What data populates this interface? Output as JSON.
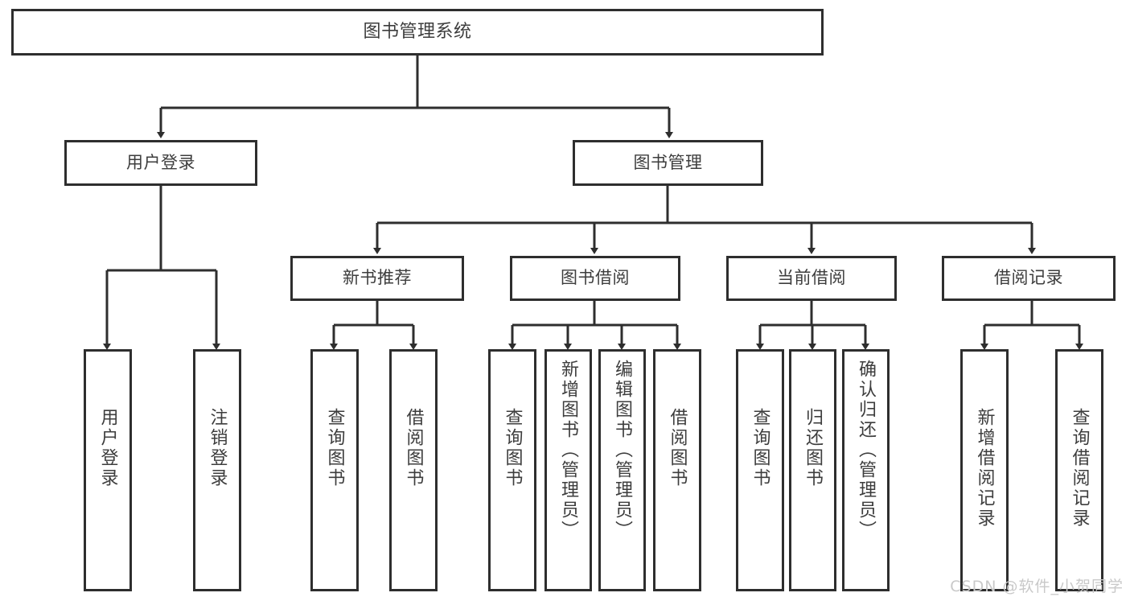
{
  "diagram": {
    "title": "图书管理系统",
    "root": {
      "label": "图书管理系统"
    },
    "level1": [
      {
        "label": "用户登录"
      },
      {
        "label": "图书管理"
      }
    ],
    "level2": [
      {
        "label": "新书推荐"
      },
      {
        "label": "图书借阅"
      },
      {
        "label": "当前借阅"
      },
      {
        "label": "借阅记录"
      }
    ],
    "leaves": [
      {
        "label": "用户登录"
      },
      {
        "label": "注销登录"
      },
      {
        "label": "查询图书"
      },
      {
        "label": "借阅图书"
      },
      {
        "label": "查询图书"
      },
      {
        "label": "新增图书（管理员）"
      },
      {
        "label": "编辑图书（管理员）"
      },
      {
        "label": "借阅图书"
      },
      {
        "label": "查询图书"
      },
      {
        "label": "归还图书"
      },
      {
        "label": "确认归还（管理员）"
      },
      {
        "label": "新增借阅记录"
      },
      {
        "label": "查询借阅记录"
      }
    ]
  },
  "watermark": {
    "text": "CSDN @软件_小贺同学"
  },
  "colors": {
    "background": "#ffffff",
    "box_border": "#2e2e2e",
    "text": "#3d3d3d",
    "connector": "#2e2e2e",
    "watermark": "#c9c9c9"
  },
  "chart_data": {
    "type": "diagram",
    "title": "图书管理系统",
    "nodes": [
      {
        "id": "root",
        "label": "图书管理系统",
        "level": 0
      },
      {
        "id": "n1",
        "label": "用户登录",
        "level": 1
      },
      {
        "id": "n2",
        "label": "图书管理",
        "level": 1
      },
      {
        "id": "n3",
        "label": "新书推荐",
        "level": 2
      },
      {
        "id": "n4",
        "label": "图书借阅",
        "level": 2
      },
      {
        "id": "n5",
        "label": "当前借阅",
        "level": 2
      },
      {
        "id": "n6",
        "label": "借阅记录",
        "level": 2
      },
      {
        "id": "l1",
        "label": "用户登录",
        "level": 3
      },
      {
        "id": "l2",
        "label": "注销登录",
        "level": 3
      },
      {
        "id": "l3",
        "label": "查询图书",
        "level": 3
      },
      {
        "id": "l4",
        "label": "借阅图书",
        "level": 3
      },
      {
        "id": "l5",
        "label": "查询图书",
        "level": 3
      },
      {
        "id": "l6",
        "label": "新增图书（管理员）",
        "level": 3
      },
      {
        "id": "l7",
        "label": "编辑图书（管理员）",
        "level": 3
      },
      {
        "id": "l8",
        "label": "借阅图书",
        "level": 3
      },
      {
        "id": "l9",
        "label": "查询图书",
        "level": 3
      },
      {
        "id": "l10",
        "label": "归还图书",
        "level": 3
      },
      {
        "id": "l11",
        "label": "确认归还（管理员）",
        "level": 3
      },
      {
        "id": "l12",
        "label": "新增借阅记录",
        "level": 3
      },
      {
        "id": "l13",
        "label": "查询借阅记录",
        "level": 3
      }
    ],
    "edges": [
      [
        "root",
        "n1"
      ],
      [
        "root",
        "n2"
      ],
      [
        "n2",
        "n3"
      ],
      [
        "n2",
        "n4"
      ],
      [
        "n2",
        "n5"
      ],
      [
        "n2",
        "n6"
      ],
      [
        "n1",
        "l1"
      ],
      [
        "n1",
        "l2"
      ],
      [
        "n3",
        "l3"
      ],
      [
        "n3",
        "l4"
      ],
      [
        "n4",
        "l5"
      ],
      [
        "n4",
        "l6"
      ],
      [
        "n4",
        "l7"
      ],
      [
        "n4",
        "l8"
      ],
      [
        "n5",
        "l9"
      ],
      [
        "n5",
        "l10"
      ],
      [
        "n5",
        "l11"
      ],
      [
        "n6",
        "l12"
      ],
      [
        "n6",
        "l13"
      ]
    ]
  }
}
